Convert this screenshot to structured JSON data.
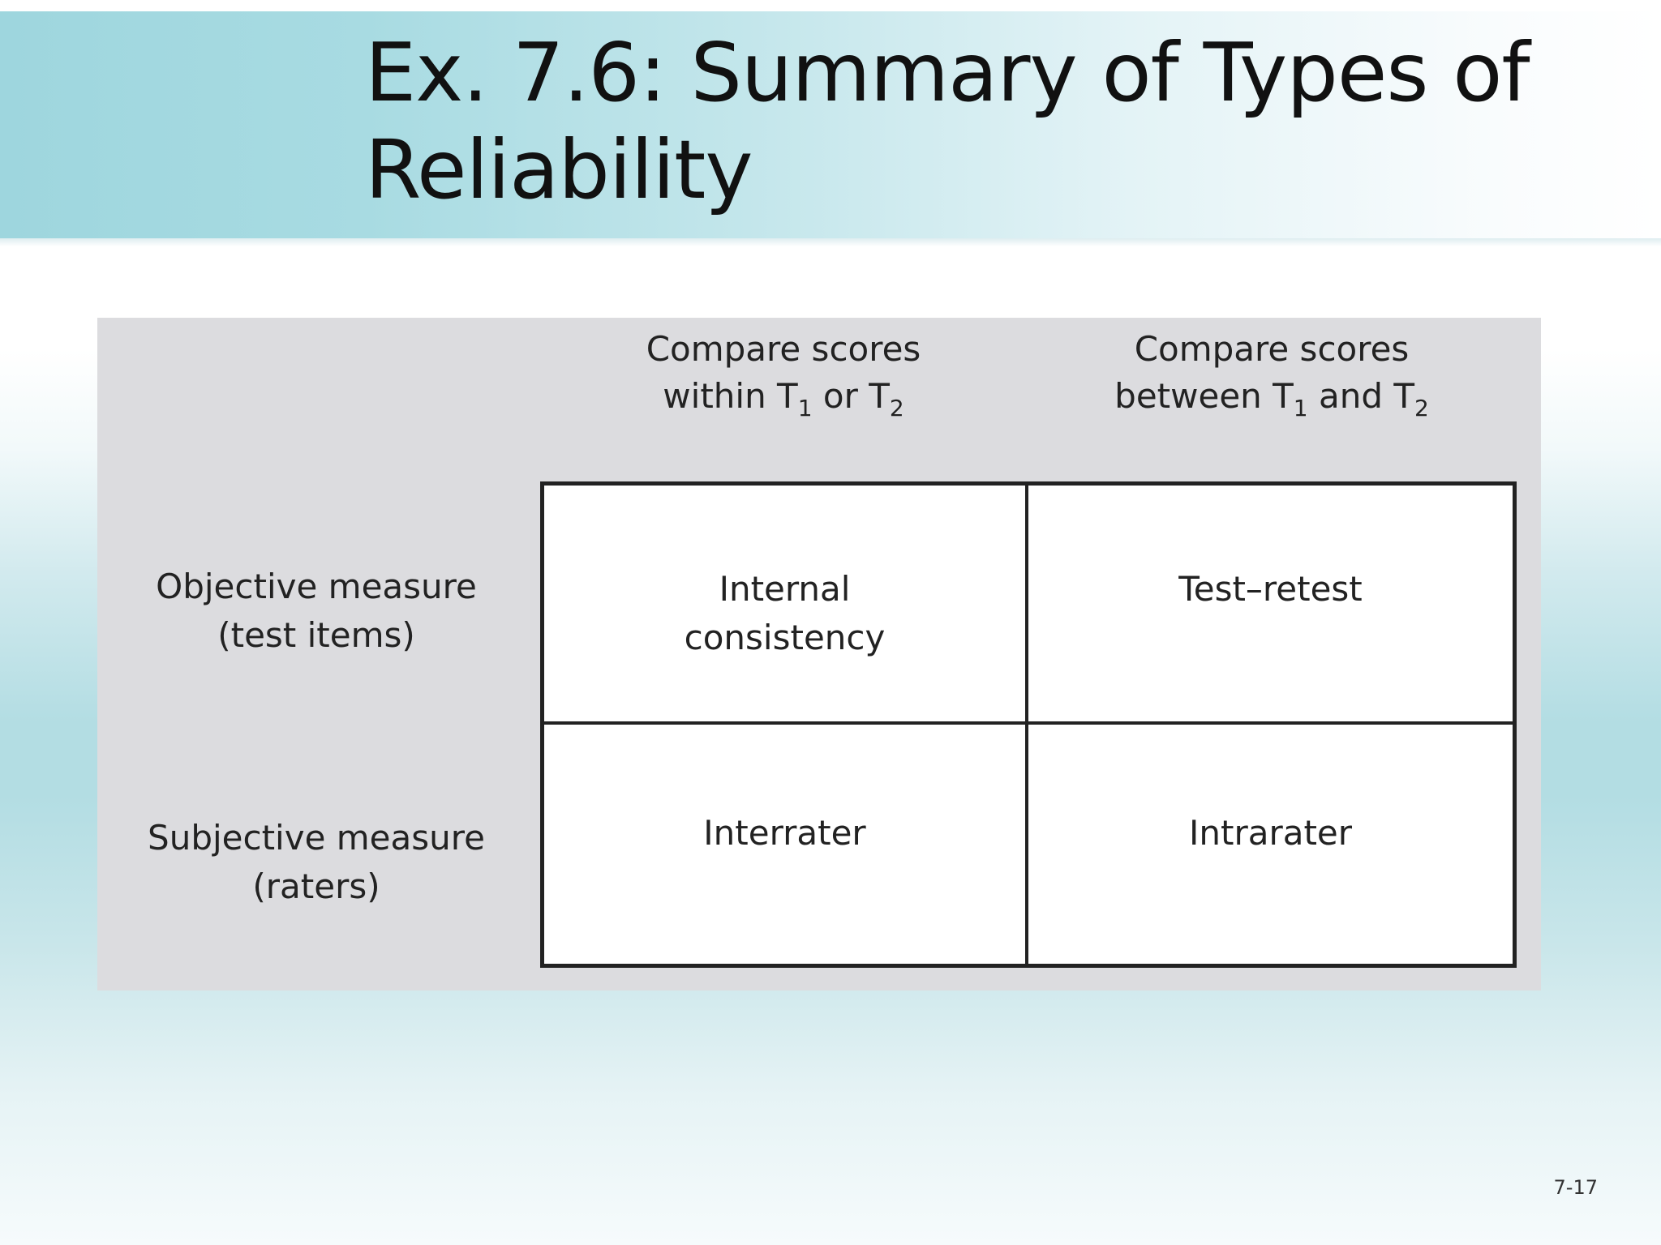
{
  "slide": {
    "title_line1": "Ex. 7.6:  Summary of Types of",
    "title_line2": "Reliability",
    "page_number": "7-17"
  },
  "table": {
    "columns": [
      {
        "line1": "Compare scores",
        "line2_pre": "within T",
        "sub_a": "1",
        "line2_mid": " or T",
        "sub_b": "2"
      },
      {
        "line1": "Compare scores",
        "line2_pre": "between T",
        "sub_a": "1",
        "line2_mid": " and T",
        "sub_b": "2"
      }
    ],
    "rows": [
      {
        "line1": "Objective measure",
        "line2": "(test items)"
      },
      {
        "line1": "Subjective measure",
        "line2": "(raters)"
      }
    ],
    "cells": [
      [
        "Internal\nconsistency",
        "Test–retest"
      ],
      [
        "Interrater",
        "Intrarater"
      ]
    ]
  }
}
